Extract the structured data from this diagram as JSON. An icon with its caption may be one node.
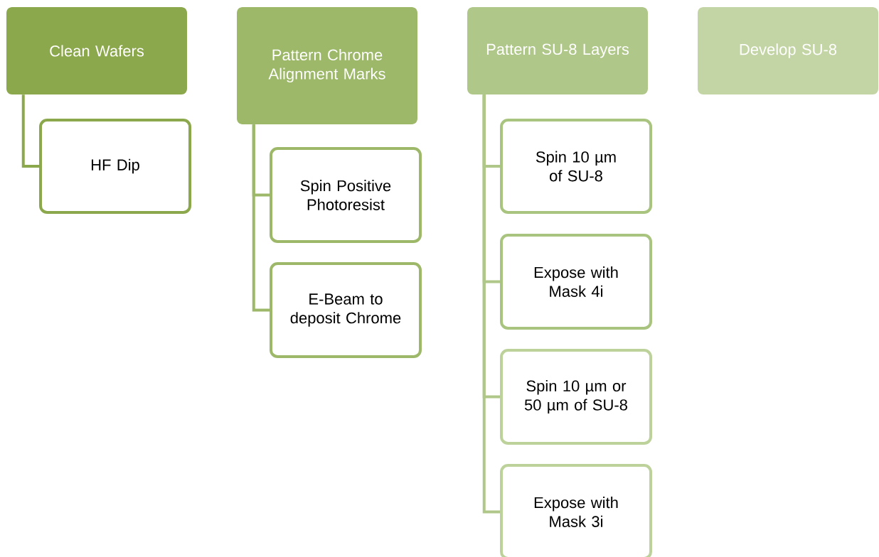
{
  "diagram": {
    "nodes": [
      {
        "text": [
          "Clean Wafers"
        ]
      },
      {
        "text": [
          "HF Dip"
        ]
      },
      {
        "text": [
          "Pattern Chrome Alignment Marks"
        ]
      },
      {
        "text": [
          "Spin Positive Photoresist"
        ]
      },
      {
        "text": [
          "E-Beam to deposit Chrome"
        ]
      },
      {
        "text": [
          "Pattern SU-8 Layers"
        ]
      },
      {
        "text": [
          "Spin 10 µm of SU-8"
        ]
      },
      {
        "text": [
          "Expose with Mask 4i"
        ]
      },
      {
        "text": [
          "Spin 10 µm or 50 µm of SU-8"
        ]
      },
      {
        "text": [
          "Expose with Mask 3i"
        ]
      },
      {
        "text": [
          "Develop SU-8"
        ]
      }
    ],
    "edges": [
      {
        "from": 0,
        "to": 1,
        "arrow": "none"
      },
      {
        "from": 2,
        "to": 3,
        "arrow": "none"
      },
      {
        "from": 2,
        "to": 4,
        "arrow": "none"
      },
      {
        "from": 5,
        "to": 6,
        "arrow": "none"
      },
      {
        "from": 5,
        "to": 7,
        "arrow": "none"
      },
      {
        "from": 5,
        "to": 8,
        "arrow": "none"
      },
      {
        "from": 5,
        "to": 9,
        "arrow": "none"
      }
    ]
  }
}
